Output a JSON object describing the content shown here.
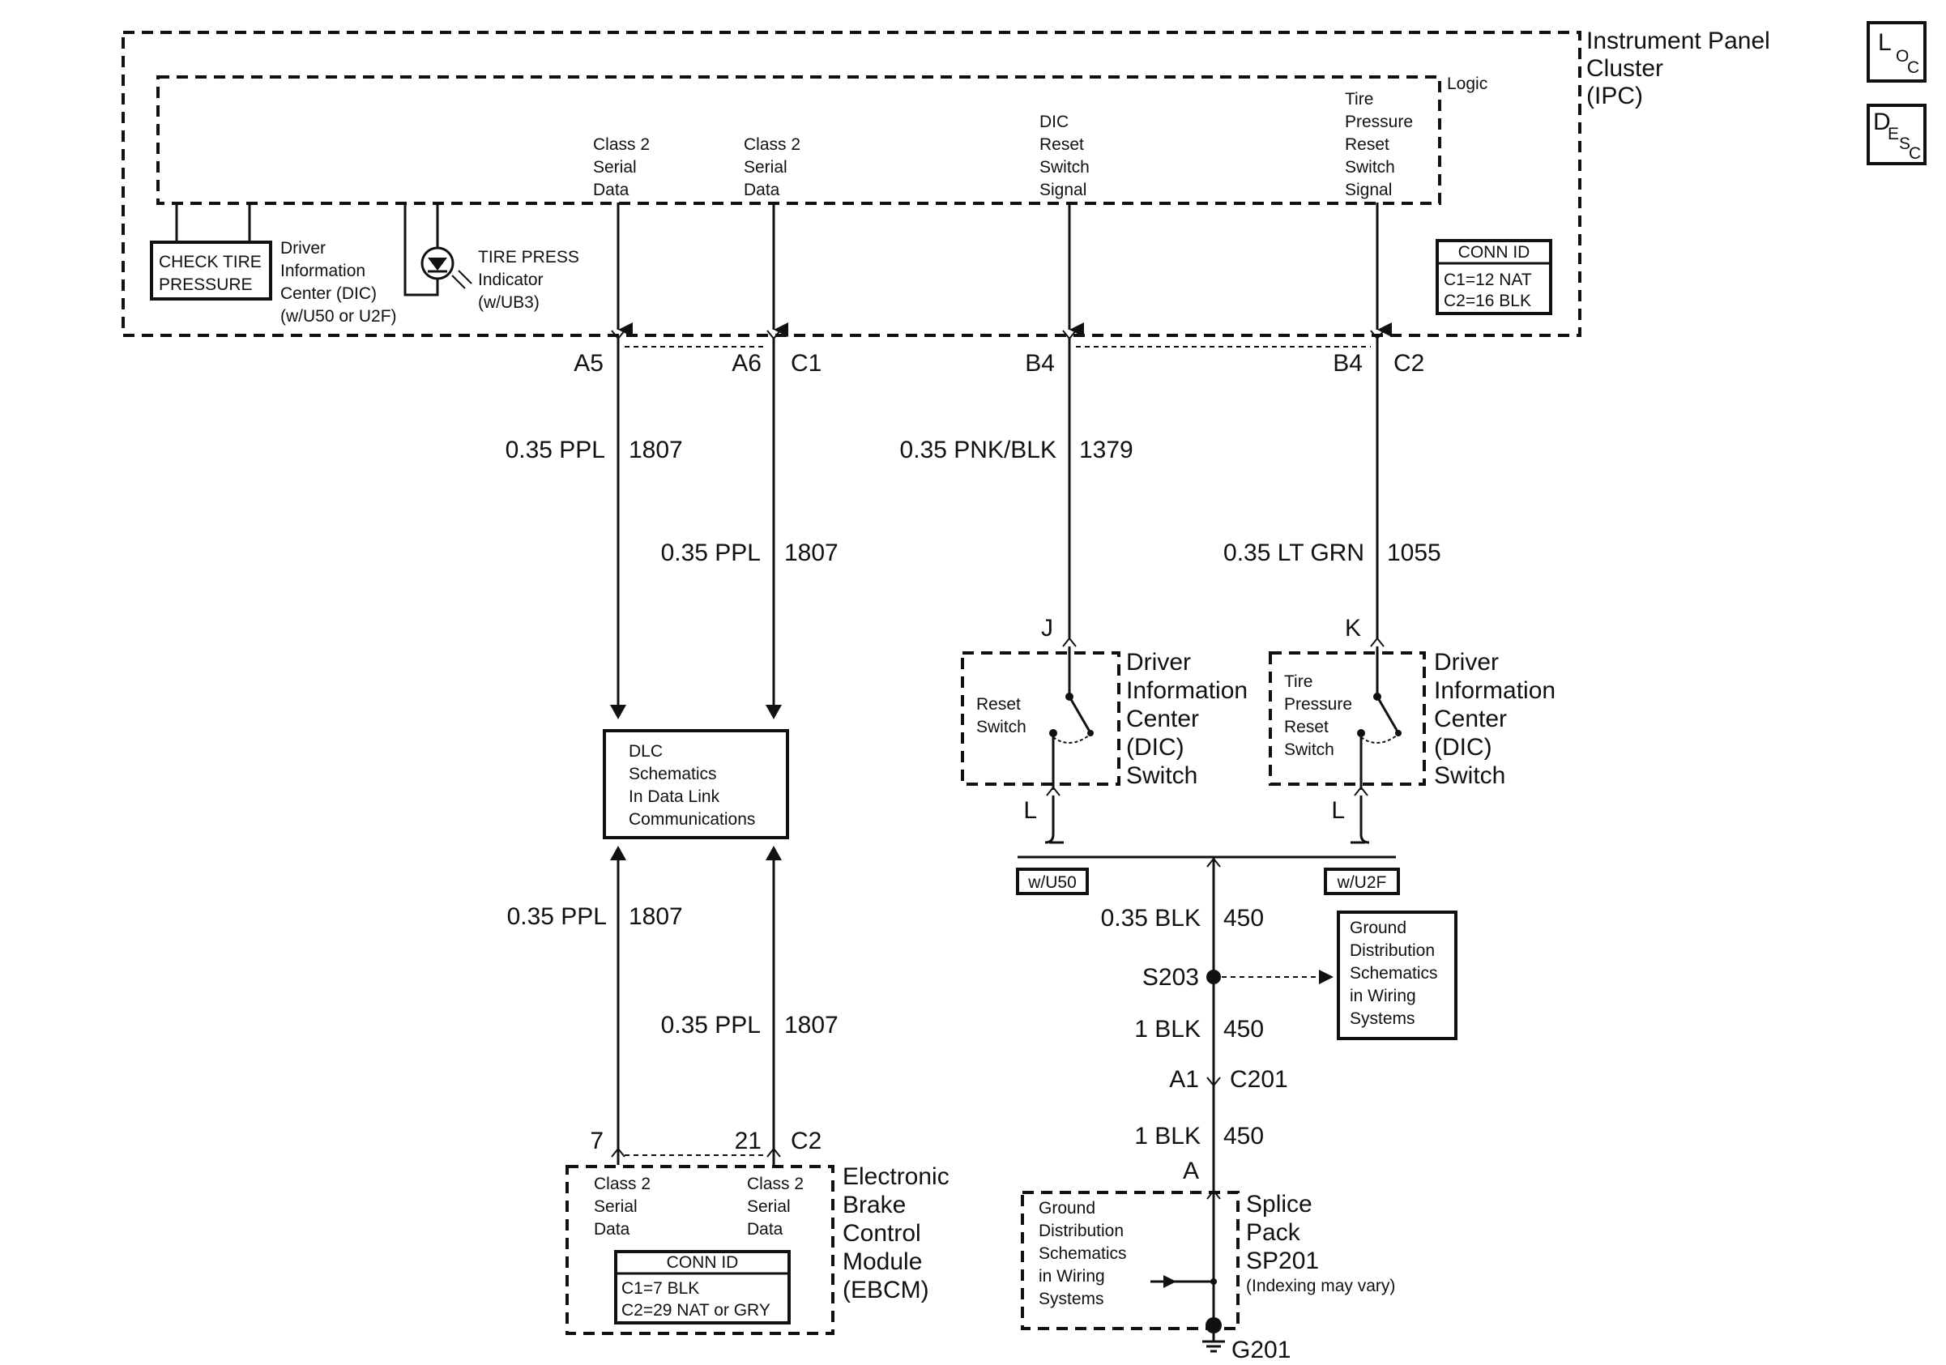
{
  "ipc": {
    "title_lines": [
      "Instrument Panel",
      "Cluster",
      "(IPC)"
    ],
    "logic_label": "Logic",
    "signal_1": [
      "Class 2",
      "Serial",
      "Data"
    ],
    "signal_2": [
      "Class 2",
      "Serial",
      "Data"
    ],
    "signal_3": [
      "DIC",
      "Reset",
      "Switch",
      "Signal"
    ],
    "signal_4": [
      "Tire",
      "Pressure",
      "Reset",
      "Switch",
      "Signal"
    ],
    "dic_display": [
      "CHECK TIRE",
      "PRESSURE"
    ],
    "dic_label": [
      "Driver",
      "Information",
      "Center (DIC)",
      "(w/U50 or U2F)"
    ],
    "tire_press": [
      "TIRE PRESS",
      "Indicator",
      "(w/UB3)"
    ],
    "conn_id": {
      "title": "CONN ID",
      "c1": "C1=12 NAT",
      "c2": "C2=16 BLK"
    }
  },
  "pins_top": {
    "a5": "A5",
    "a6": "A6",
    "c1": "C1",
    "b4_left": "B4",
    "b4_right": "B4",
    "c2": "C2"
  },
  "wires": {
    "w1_color": "0.35 PPL",
    "w1_circuit": "1807",
    "w2_color": "0.35 PPL",
    "w2_circuit": "1807",
    "w3_color": "0.35 PNK/BLK",
    "w3_circuit": "1379",
    "w4_color": "0.35 LT GRN",
    "w4_circuit": "1055",
    "w5_color": "0.35 PPL",
    "w5_circuit": "1807",
    "w6_color": "0.35 PPL",
    "w6_circuit": "1807",
    "w7_color": "0.35 BLK",
    "w7_circuit": "450",
    "w8_color": "1 BLK",
    "w8_circuit": "450",
    "w9_color": "1 BLK",
    "w9_circuit": "450"
  },
  "dlc": [
    "DLC",
    "Schematics",
    "In Data Link",
    "Communications"
  ],
  "dic_switch_1": {
    "pin_top": "J",
    "pin_bottom": "L",
    "inner": [
      "Reset",
      "Switch"
    ],
    "title": [
      "Driver",
      "Information",
      "Center",
      "(DIC)",
      "Switch"
    ]
  },
  "dic_switch_2": {
    "pin_top": "K",
    "pin_bottom": "L",
    "inner": [
      "Tire",
      "Pressure",
      "Reset",
      "Switch"
    ],
    "title": [
      "Driver",
      "Information",
      "Center",
      "(DIC)",
      "Switch"
    ]
  },
  "options": {
    "left": "w/U50",
    "right": "w/U2F"
  },
  "ground_ref_1": [
    "Ground",
    "Distribution",
    "Schematics",
    "in Wiring",
    "Systems"
  ],
  "splice_s203": "S203",
  "conn_c201": {
    "pin": "A1",
    "name": "C201"
  },
  "ebcm": {
    "pin_left": "7",
    "pin_right": "21",
    "conn": "C2",
    "sig_left": [
      "Class 2",
      "Serial",
      "Data"
    ],
    "sig_right": [
      "Class 2",
      "Serial",
      "Data"
    ],
    "title": [
      "Electronic",
      "Brake",
      "Control",
      "Module",
      "(EBCM)"
    ],
    "conn_id": {
      "title": "CONN ID",
      "c1": "C1=7 BLK",
      "c2": "C2=29 NAT or GRY"
    }
  },
  "splice_pack": {
    "pin": "A",
    "title": [
      "Splice",
      "Pack",
      "SP201"
    ],
    "note": "(Indexing may vary)",
    "inner": [
      "Ground",
      "Distribution",
      "Schematics",
      "in Wiring",
      "Systems"
    ]
  },
  "ground": "G201",
  "icons": {
    "loc": {
      "main": "L",
      "sub1": "O",
      "sub2": "C"
    },
    "desc": {
      "main": "D",
      "sub1": "E",
      "sub2": "S",
      "sub3": "C"
    }
  }
}
